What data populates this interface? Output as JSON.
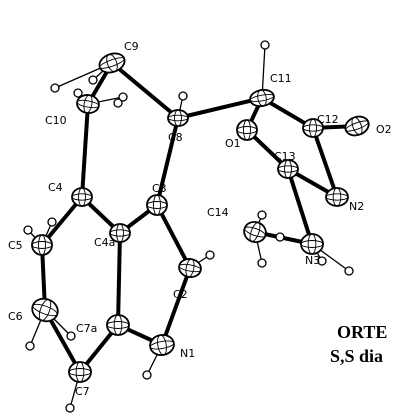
{
  "caption": {
    "line1": "ORTE",
    "line2": "S,S dia"
  },
  "atoms": [
    {
      "id": "C9",
      "label": "C9"
    },
    {
      "id": "C10",
      "label": "C10"
    },
    {
      "id": "C8",
      "label": "C8"
    },
    {
      "id": "C11",
      "label": "C11"
    },
    {
      "id": "C12",
      "label": "C12"
    },
    {
      "id": "O2",
      "label": "O2"
    },
    {
      "id": "O1",
      "label": "O1"
    },
    {
      "id": "C13",
      "label": "C13"
    },
    {
      "id": "N2",
      "label": "N2"
    },
    {
      "id": "C4",
      "label": "C4"
    },
    {
      "id": "C3",
      "label": "C3"
    },
    {
      "id": "C4a",
      "label": "C4a"
    },
    {
      "id": "C5",
      "label": "C5"
    },
    {
      "id": "C14",
      "label": "C14"
    },
    {
      "id": "N3",
      "label": "N3"
    },
    {
      "id": "C2",
      "label": "C2"
    },
    {
      "id": "C6",
      "label": "C6"
    },
    {
      "id": "C7a",
      "label": "C7a"
    },
    {
      "id": "N1",
      "label": "N1"
    },
    {
      "id": "C7",
      "label": "C7"
    }
  ]
}
